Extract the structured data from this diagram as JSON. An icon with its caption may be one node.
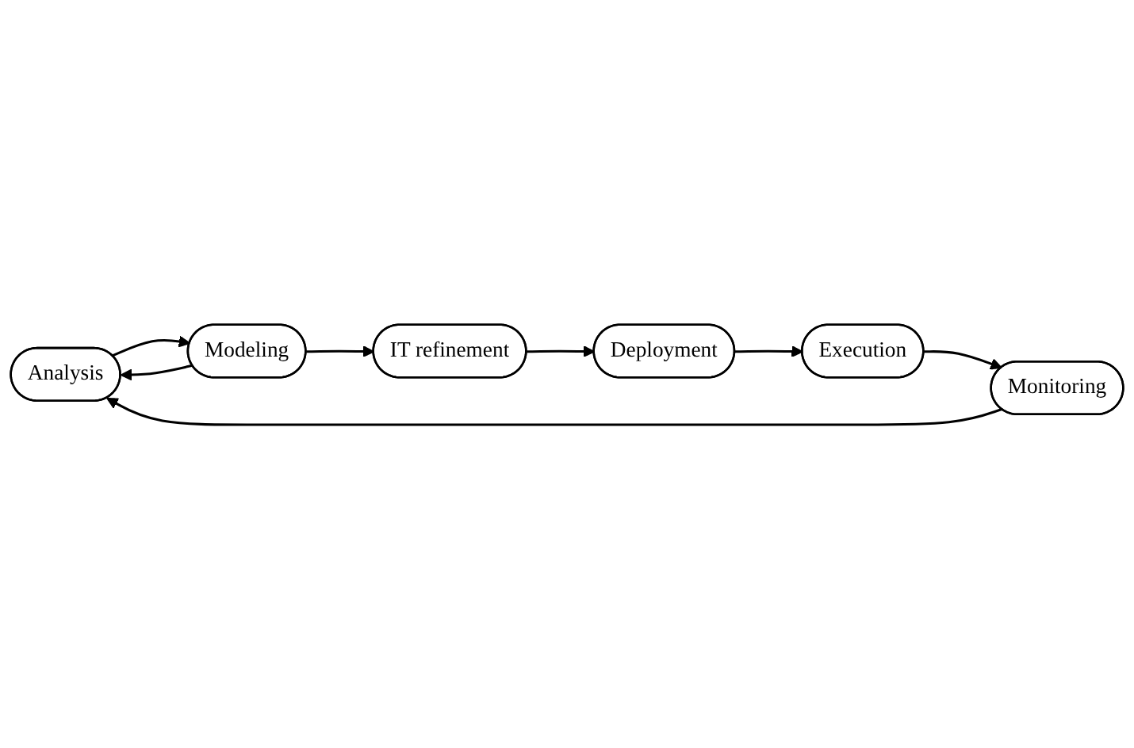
{
  "diagram": {
    "nodes": [
      {
        "text": [
          "Analysis"
        ]
      },
      {
        "text": [
          "Modeling"
        ]
      },
      {
        "text": [
          "IT refinement"
        ]
      },
      {
        "text": [
          "Deployment"
        ]
      },
      {
        "text": [
          "Execution"
        ]
      },
      {
        "text": [
          "Monitoring"
        ]
      }
    ],
    "edges": [
      {
        "from": 1,
        "to": 0,
        "arrow": "to"
      },
      {
        "from": 0,
        "to": 1,
        "arrow": "to"
      },
      {
        "from": 1,
        "to": 2,
        "arrow": "to"
      },
      {
        "from": 2,
        "to": 3,
        "arrow": "to"
      },
      {
        "from": 3,
        "to": 4,
        "arrow": "to"
      },
      {
        "from": 4,
        "to": 5,
        "arrow": "to"
      },
      {
        "from": 5,
        "to": 0,
        "arrow": "to"
      }
    ]
  }
}
